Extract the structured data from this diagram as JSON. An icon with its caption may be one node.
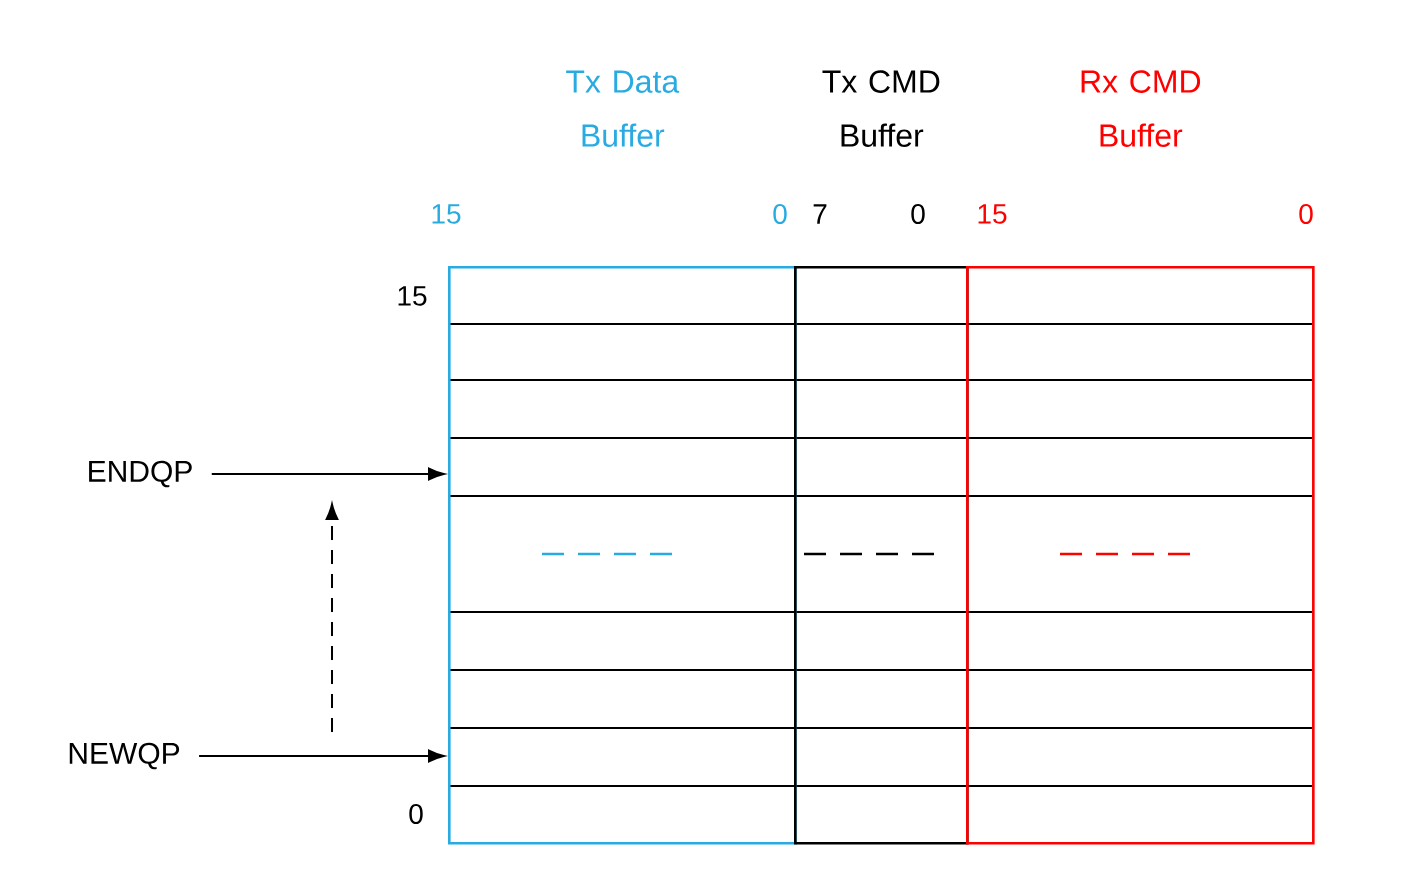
{
  "diagram": {
    "nodes": [
      {
        "text": [
          "ENDQP"
        ]
      },
      {
        "text": [
          "NEWQP"
        ]
      },
      {
        "text": [
          "Tx Data Buffer"
        ]
      },
      {
        "text": [
          "Tx CMD Buffer"
        ]
      },
      {
        "text": [
          "Rx CMD Buffer"
        ]
      }
    ],
    "edges": [
      {
        "from": 0,
        "to": 2,
        "arrow": "to"
      },
      {
        "from": 1,
        "to": 2,
        "arrow": "to"
      }
    ],
    "labels": [
      "15",
      "0",
      "7",
      "0",
      "15",
      "0",
      "15",
      "0"
    ]
  }
}
